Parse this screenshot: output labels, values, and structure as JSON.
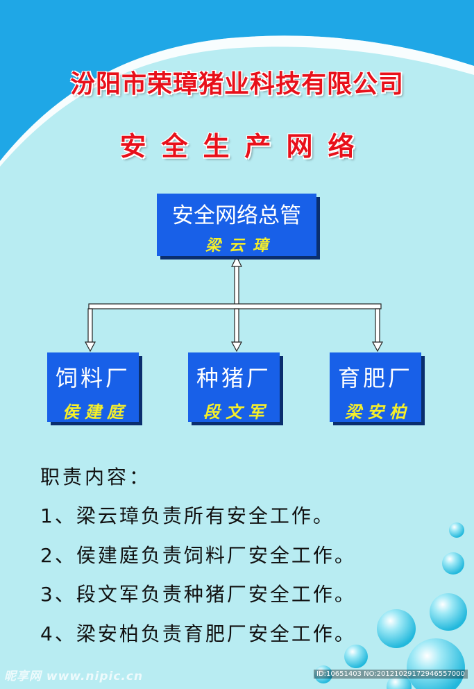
{
  "colors": {
    "background": "#b8ecf2",
    "header_blue": "#1fa7e6",
    "box_blue": "#1860e8",
    "title_red": "#e8101a",
    "name_yellow": "#f5ef2a"
  },
  "header": {
    "company": "汾阳市荣璋猪业科技有限公司",
    "subtitle": "安全生产网络"
  },
  "org_chart": {
    "top": {
      "role": "安全网络总管",
      "person": "梁云璋"
    },
    "units": [
      {
        "role": "饲料厂",
        "person": "侯建庭"
      },
      {
        "role": "种猪厂",
        "person": "段文军"
      },
      {
        "role": "育肥厂",
        "person": "梁安柏"
      }
    ]
  },
  "duties": {
    "heading": "职责内容：",
    "items": [
      "1、梁云璋负责所有安全工作。",
      "2、侯建庭负责饲料厂安全工作。",
      "3、段文军负责种猪厂安全工作。",
      "4、梁安柏负责育肥厂安全工作。"
    ]
  },
  "footer": {
    "watermark": "昵享网 www.nipic.cn",
    "image_id": "ID:10651403 NO:20121029172946557000"
  }
}
